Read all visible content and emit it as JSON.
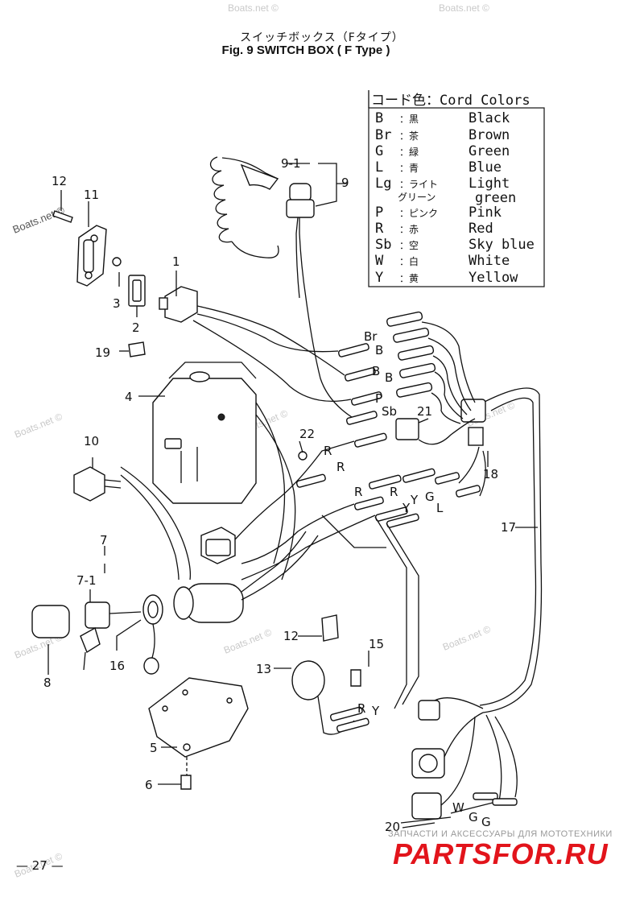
{
  "title": {
    "jp": "スイッチボックス（Fタイプ）",
    "en": "Fig. 9    SWITCH BOX ( F Type )"
  },
  "cord_colors": {
    "heading": "コード色：Cord Colors",
    "rows": [
      {
        "code": "B",
        "jp": "：黒",
        "en": "Black"
      },
      {
        "code": "Br",
        "jp": "：茶",
        "en": "Brown"
      },
      {
        "code": "G",
        "jp": "：緑",
        "en": "Green"
      },
      {
        "code": "L",
        "jp": "：青",
        "en": "Blue"
      },
      {
        "code": "Lg",
        "jp": "：ライト",
        "en": "Light"
      },
      {
        "code": "",
        "jp": "グリーン",
        "en": "green"
      },
      {
        "code": "P",
        "jp": "：ピンク",
        "en": "Pink"
      },
      {
        "code": "R",
        "jp": "：赤",
        "en": "Red"
      },
      {
        "code": "Sb",
        "jp": "：空",
        "en": "Sky blue"
      },
      {
        "code": "W",
        "jp": "：白",
        "en": "White"
      },
      {
        "code": "Y",
        "jp": "：黄",
        "en": "Yellow"
      }
    ]
  },
  "part_labels": {
    "p1": "1",
    "p2": "2",
    "p3": "3",
    "p4": "4",
    "p5": "5",
    "p6": "6",
    "p7": "7",
    "p7_1": "7-1",
    "p8": "8",
    "p9": "9",
    "p9_1": "9-1",
    "p10": "10",
    "p11": "11",
    "p12": "12",
    "p12b": "12",
    "p13": "13",
    "p15": "15",
    "p16": "16",
    "p17": "17",
    "p18": "18",
    "p19": "19",
    "p20": "20",
    "p21": "21",
    "p22": "22"
  },
  "wire_labels": {
    "br": "Br",
    "b1": "B",
    "b2": "B",
    "b3": "B",
    "p": "P",
    "sb": "Sb",
    "r1": "R",
    "r2": "R",
    "r3": "R",
    "r4": "R",
    "y1": "Y",
    "y2": "Y",
    "g1": "G",
    "l1": "L",
    "r5": "R",
    "y3": "Y",
    "w1": "W",
    "g2": "G",
    "g3": "G"
  },
  "watermarks": {
    "boats1": "Boats.net ©",
    "boats2": "Boats.net ©",
    "boats3": "Boats.net ©",
    "boats4": "Boats.net ©",
    "boats5": "Boats.net ©",
    "boats6": "Boats.net ©",
    "boats7": "Boats.net ©",
    "boats8": "Boats.net ©",
    "boats9": "Boats.net ©",
    "boats_dark": "Boats.net ©"
  },
  "page_number": "— 27 —",
  "stamp": {
    "tagline": "ЗАПЧАСТИ И АКСЕССУАРЫ ДЛЯ МОТОТЕХНИКИ",
    "logo": "PARTSFOR.RU"
  },
  "colors": {
    "stamp_red": "#e2141b",
    "ink": "#111111",
    "watermark": "#c9c9c9"
  }
}
